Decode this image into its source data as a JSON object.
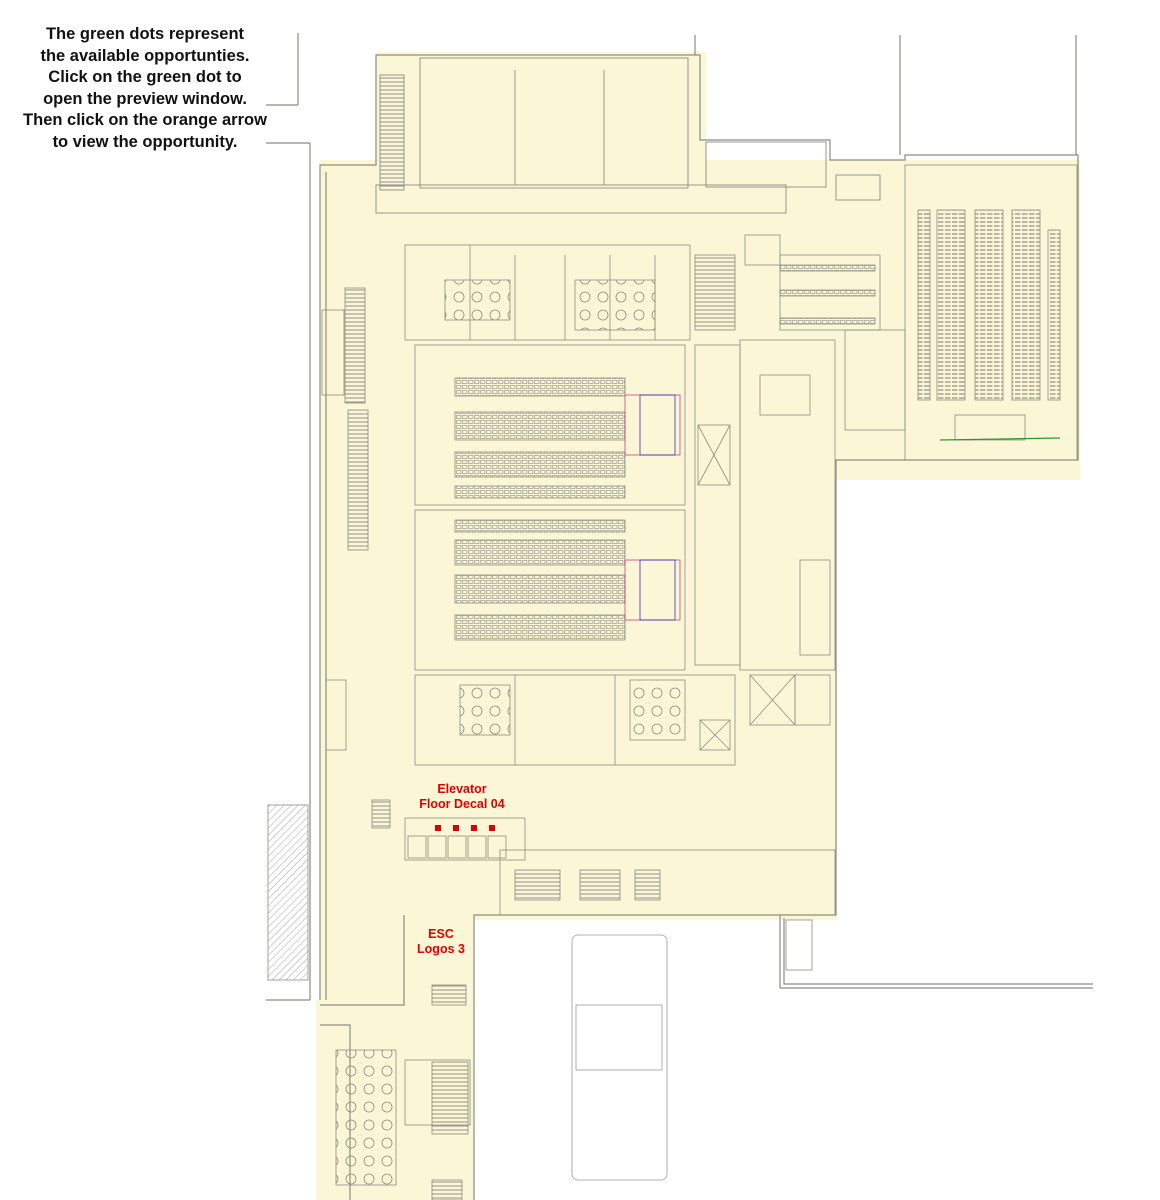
{
  "instructions": [
    "The green dots represent",
    "the available opportunties.",
    "Click on the green dot to",
    "open the preview window.",
    "Then click on the orange arrow",
    "to view the opportunity."
  ],
  "labels": {
    "elevator": [
      "Elevator",
      "Floor Decal 04"
    ],
    "esc": [
      "ESC",
      "Logos 3"
    ]
  },
  "markers": {
    "elevator_floor_decal_count": 4
  },
  "colors": {
    "floor": "#fbf7d6",
    "walls": "#8c8c84",
    "label": "#e00000",
    "marker": "#e00000"
  }
}
